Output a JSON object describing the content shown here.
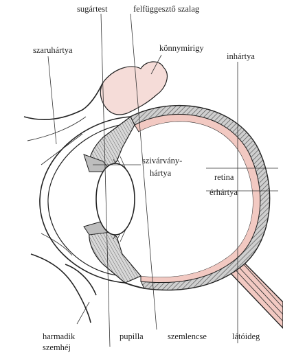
{
  "labels": {
    "sugartest": "sugártest",
    "felfuggeszto": "felfüggesztő szalag",
    "szaruhartya": "szaruhártya",
    "konnymirigy": "könnymirigy",
    "inhartya": "inhártya",
    "szivarvany_1": "szivárvány-",
    "szivarvany_2": "hártya",
    "retina": "retina",
    "erhartya": "érhártya",
    "harmadik_1": "harmadik",
    "harmadik_2": "szemhéj",
    "pupilla": "pupilla",
    "szemlencse": "szemlencse",
    "latoideg": "látóideg"
  },
  "colors": {
    "retina_pink": "#f2c9c2",
    "hatch_grey": "#9a9a9a",
    "outline": "#222222"
  }
}
